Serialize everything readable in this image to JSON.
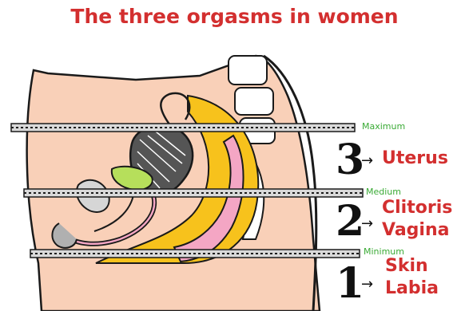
{
  "title": "The three orgasms in women",
  "colors": {
    "title": "#d32f2f",
    "zone_label": "#d32f2f",
    "level_label": "#3aaa35",
    "skin": "#f9d0b8",
    "fat": "#f7c21c",
    "mucosa": "#f4a6c4",
    "bladder": "#b6df5b",
    "outline": "#1a1a1a"
  },
  "levels": [
    {
      "label": "Maximum"
    },
    {
      "label": "Medium"
    },
    {
      "label": "Minimum"
    }
  ],
  "zones": [
    {
      "number": "3",
      "arrow": "→",
      "lines": [
        "Uterus"
      ]
    },
    {
      "number": "2",
      "arrow": "→",
      "lines": [
        "Clitoris",
        "Vagina"
      ]
    },
    {
      "number": "1",
      "arrow": "→",
      "lines": [
        "Skin",
        "Labia"
      ]
    }
  ]
}
